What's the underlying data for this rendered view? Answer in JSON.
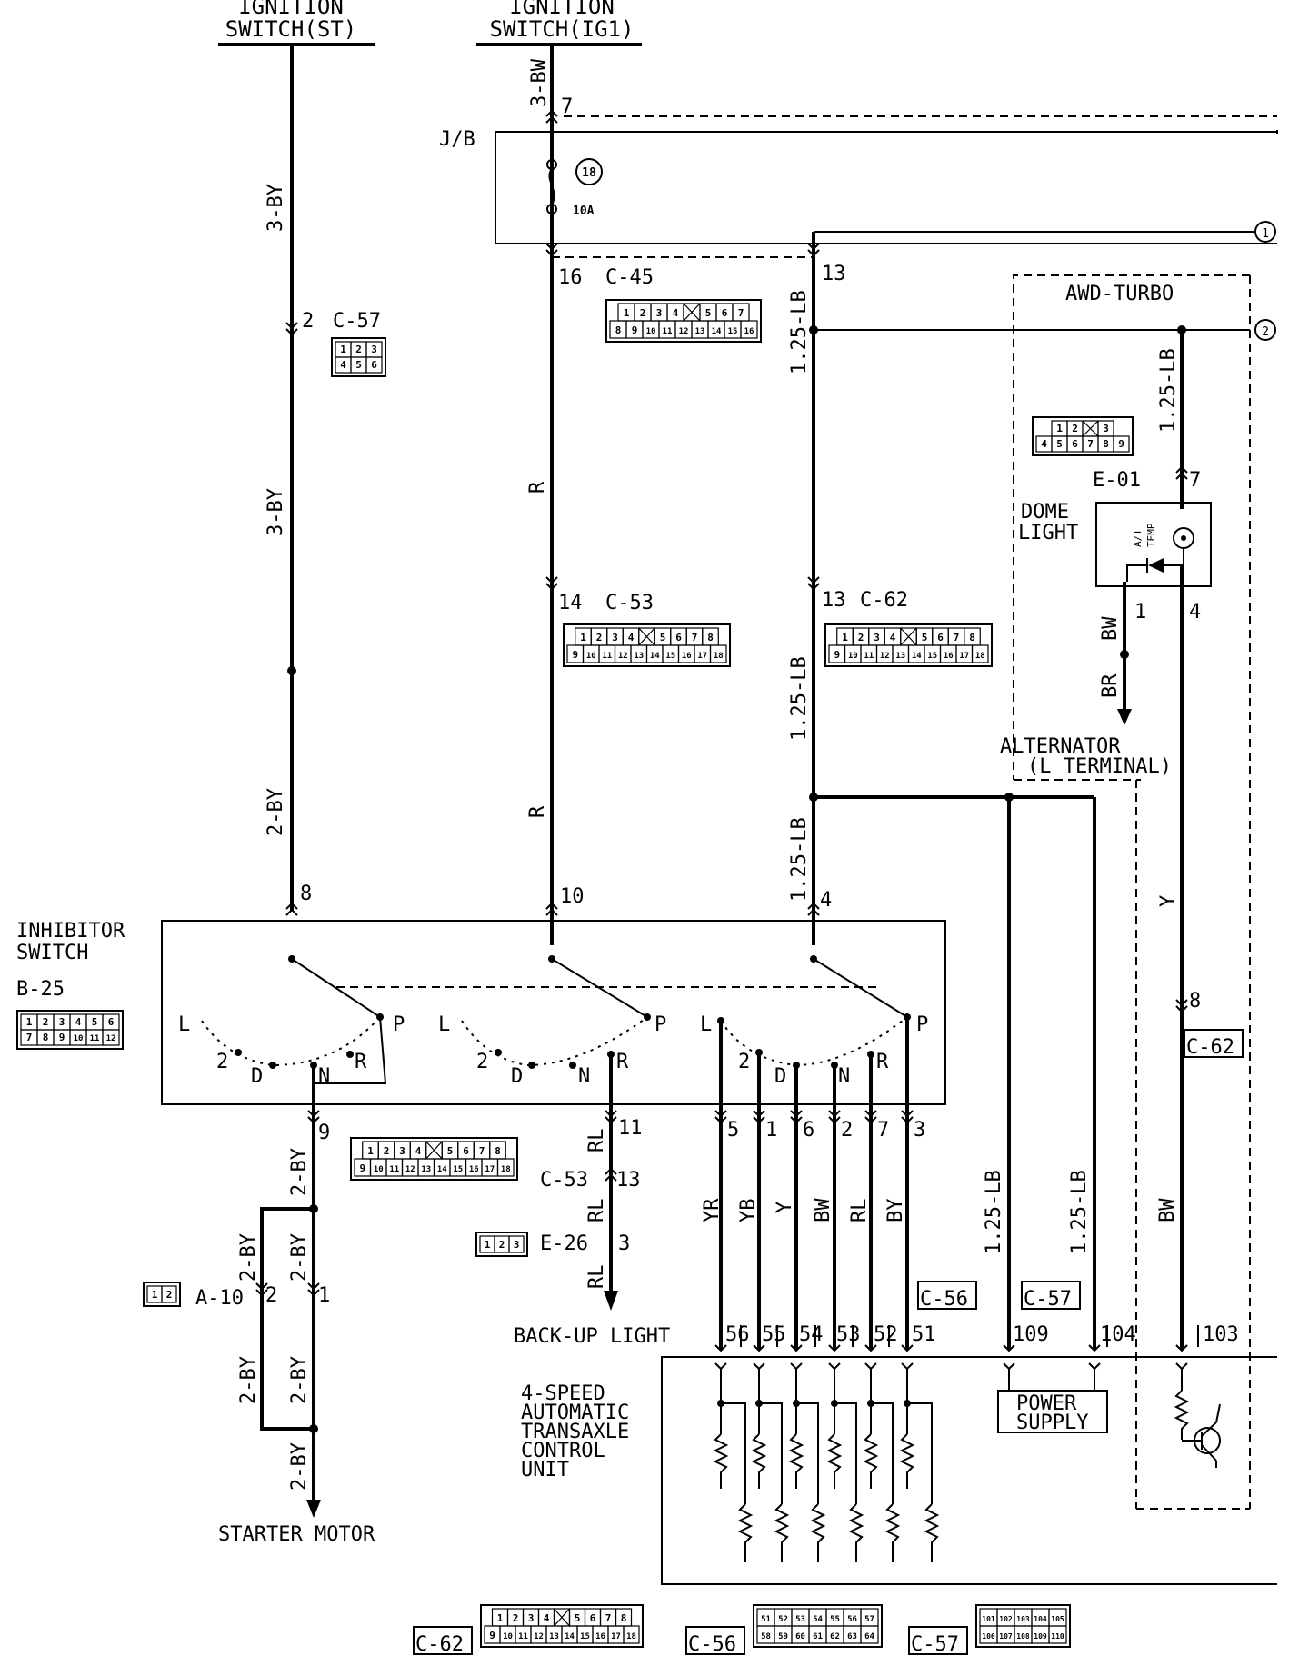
{
  "sources": {
    "ig_st": [
      "IGNITION",
      "SWITCH(ST)"
    ],
    "ig_ig1": [
      "IGNITION",
      "SWITCH(IG1)"
    ]
  },
  "jb": {
    "label": "J/B",
    "fuse_no": "18",
    "fuse_rating": "10A"
  },
  "wires": {
    "w_3bw": "3-BW",
    "w_3by_a": "3-BY",
    "w_3by_b": "3-BY",
    "w_2by": "2-BY",
    "w_r_a": "R",
    "w_r_b": "R",
    "w_lb_a": "1.25-LB",
    "w_lb_b": "1.25-LB",
    "w_lb_c": "1.25-LB",
    "w_lb_awd": "1.25-LB",
    "w_bw_dome": "BW",
    "w_br": "BR",
    "w_y_awd": "Y",
    "w_2by_s1": "2-BY",
    "w_2by_s2": "2-BY",
    "w_2by_s3": "2-BY",
    "w_2by_s4": "2-BY",
    "w_2by_s5": "2-BY",
    "w_2by_s6": "2-BY",
    "w_rl_1": "RL",
    "w_rl_2": "RL",
    "w_rl_3": "RL",
    "w_yr": "YR",
    "w_yb": "YB",
    "w_y": "Y",
    "w_bw": "BW",
    "w_rl_4": "RL",
    "w_by": "BY",
    "w_lb_109": "1.25-LB",
    "w_lb_104": "1.25-LB",
    "w_bw_103": "BW"
  },
  "pins": {
    "p7": "7",
    "p16": "16",
    "p13": "13",
    "p2": "2",
    "p14": "14",
    "p13b": "13",
    "p8": "8",
    "p10": "10",
    "p4": "4",
    "p9": "9",
    "p11": "11",
    "p13c": "13",
    "p3": "3",
    "p5": "5",
    "p1": "1",
    "p6": "6",
    "p2b": "2",
    "p7b": "7",
    "p3b": "3",
    "pa2": "2",
    "pa1": "1",
    "e01_7": "7",
    "e01_1": "1",
    "e01_4": "4",
    "c62_8": "8",
    "ecu56": "56",
    "ecu55": "55",
    "ecu54": "54",
    "ecu53": "53",
    "ecu52": "52",
    "ecu51": "51",
    "ecu109": "109",
    "ecu104": "104",
    "ecu103": "103"
  },
  "connectors": {
    "c45": "C-45",
    "c57": "C-57",
    "c53": "C-53",
    "c62": "C-62",
    "c53b": "C-53",
    "e26": "E-26",
    "a10": "A-10",
    "b25": "B-25",
    "e01": "E-01",
    "c62r": "C-62",
    "c56r": "C-56",
    "c57r": "C-57",
    "c62f": "C-62",
    "c56f": "C-56",
    "c57f": "C-57"
  },
  "ref_markers": {
    "m1": "1",
    "m2": "2"
  },
  "components": {
    "awd_turbo": "AWD-TURBO",
    "dome_light": [
      "DOME",
      "LIGHT"
    ],
    "at_temp": [
      "A/T",
      "TEMP"
    ],
    "alternator": [
      "ALTERNATOR",
      "(L TERMINAL)"
    ],
    "inhibitor": [
      "INHIBITOR",
      "SWITCH"
    ],
    "backup_light": "BACK-UP LIGHT",
    "starter_motor": "STARTER MOTOR",
    "tcu": [
      "4-SPEED",
      "AUTOMATIC",
      "TRANSAXLE",
      "CONTROL",
      "UNIT"
    ],
    "power_supply": [
      "POWER",
      "SUPPLY"
    ]
  },
  "switch_positions": [
    "L",
    "2",
    "D",
    "N",
    "R",
    "P"
  ],
  "connector_faces": {
    "c45_face": [
      [
        "1",
        "2",
        "3",
        "4",
        "X",
        "5",
        "6",
        "7"
      ],
      [
        "8",
        "9",
        "10",
        "11",
        "12",
        "13",
        "14",
        "15",
        "16"
      ]
    ],
    "c57_face": [
      [
        "1",
        "2",
        "3"
      ],
      [
        "4",
        "5",
        "6"
      ]
    ],
    "c53_face": [
      [
        "1",
        "2",
        "3",
        "4",
        "X",
        "5",
        "6",
        "7",
        "8"
      ],
      [
        "9",
        "10",
        "11",
        "12",
        "13",
        "14",
        "15",
        "16",
        "17",
        "18"
      ]
    ],
    "c62_face": [
      [
        "1",
        "2",
        "3",
        "4",
        "X",
        "5",
        "6",
        "7",
        "8"
      ],
      [
        "9",
        "10",
        "11",
        "12",
        "13",
        "14",
        "15",
        "16",
        "17",
        "18"
      ]
    ],
    "e01_face": [
      [
        "1",
        "2",
        "X",
        "3"
      ],
      [
        "4",
        "5",
        "6",
        "7",
        "8",
        "9"
      ]
    ],
    "b25_face": [
      [
        "1",
        "2",
        "3",
        "4",
        "5",
        "6"
      ],
      [
        "7",
        "8",
        "9",
        "10",
        "11",
        "12"
      ]
    ],
    "c53b_face": [
      [
        "1",
        "2",
        "3",
        "4",
        "X",
        "5",
        "6",
        "7",
        "8"
      ],
      [
        "9",
        "10",
        "11",
        "12",
        "13",
        "14",
        "15",
        "16",
        "17",
        "18"
      ]
    ],
    "e26_face": [
      [
        "1",
        "2",
        "3"
      ]
    ],
    "a10_face": [
      [
        "1",
        "2"
      ]
    ],
    "c62f_face": [
      [
        "1",
        "2",
        "3",
        "4",
        "X",
        "5",
        "6",
        "7",
        "8"
      ],
      [
        "9",
        "10",
        "11",
        "12",
        "13",
        "14",
        "15",
        "16",
        "17",
        "18"
      ]
    ],
    "c56f_face": [
      [
        "51",
        "52",
        "53",
        "54",
        "55",
        "56",
        "57"
      ],
      [
        "58",
        "59",
        "60",
        "61",
        "62",
        "63",
        "64"
      ]
    ],
    "c57f_face": [
      [
        "101",
        "102",
        "103",
        "104",
        "105"
      ],
      [
        "106",
        "107",
        "108",
        "109",
        "110"
      ]
    ]
  }
}
